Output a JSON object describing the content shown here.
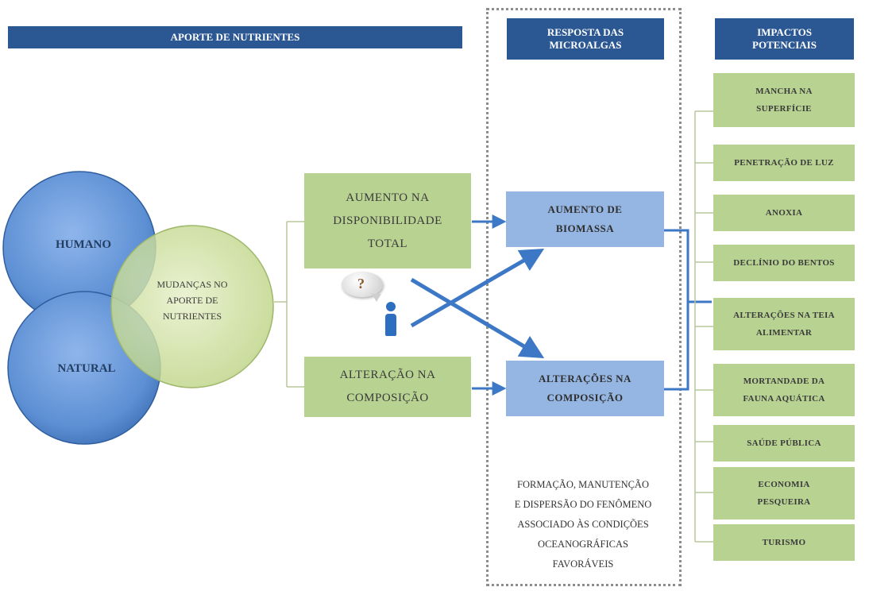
{
  "headers": {
    "aporte": "APORTE DE NUTRIENTES",
    "resposta": "RESPOSTA DAS\nMICROALGAS",
    "impactos": "IMPACTOS\nPOTENCIAIS"
  },
  "venn": {
    "humano": "HUMANO",
    "natural": "NATURAL",
    "mudancas": "MUDANÇAS NO\nAPORTE DE\nNUTRIENTES"
  },
  "inputs": {
    "aumento_disponibilidade": "AUMENTO NA\nDISPONIBILIDADE\nTOTAL",
    "alteracao_composicao": "ALTERAÇÃO NA\nCOMPOSIÇÃO"
  },
  "responses": {
    "aumento_biomassa": "AUMENTO DE\nBIOMASSA",
    "alteracoes_composicao": "ALTERAÇÕES NA\nCOMPOSIÇÃO"
  },
  "impacts": [
    "MANCHA NA\nSUPERFÍCIE",
    "PENETRAÇÃO DE LUZ",
    "ANOXIA",
    "DECLÍNIO DO BENTOS",
    "ALTERAÇÕES NA TEIA\nALIMENTAR",
    "MORTANDADE DA\nFAUNA AQUÁTICA",
    "SAÚDE PÚBLICA",
    "ECONOMIA\nPESQUEIRA",
    "TURISMO"
  ],
  "note": "FORMAÇÃO, MANUTENÇÃO\nE DISPERSÃO DO FENÔMENO\nASSOCIADO ÀS CONDIÇÕES\nOCEANOGRÁFICAS\nFAVORÁVEIS",
  "icon_question": "?",
  "colors": {
    "header_blue": "#2b5793",
    "box_green": "#b8d292",
    "box_blue": "#95b6e2",
    "arrow_blue": "#3c78c6",
    "circle_blue": "#5f92d6",
    "circle_green": "#cfe0a0"
  }
}
